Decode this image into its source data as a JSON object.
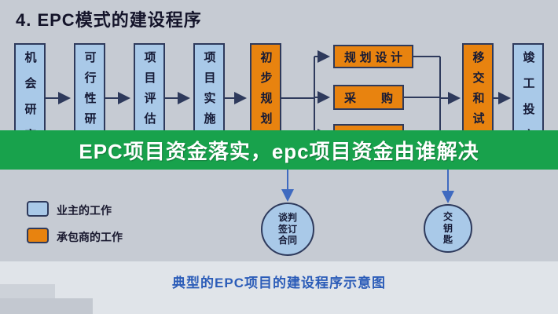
{
  "title": "4. EPC模式的建设程序",
  "banner": {
    "text": "EPC项目资金落实，epc项目资金由谁解决",
    "bg_color": "#18a24c",
    "text_color": "#ffffff"
  },
  "caption": "典型的EPC项目的建设程序示意图",
  "legend": {
    "owner": {
      "label": "业主的工作",
      "color": "#a9c9e8"
    },
    "contractor": {
      "label": "承包商的工作",
      "color": "#e8830f"
    }
  },
  "colors": {
    "background": "#c6cbd3",
    "owner_fill": "#a9c9e8",
    "contractor_fill": "#e8830f",
    "box_border": "#2e3a5c",
    "caption_text": "#2b5cb8"
  },
  "flow": {
    "boxes": [
      {
        "label": "机会研究",
        "type": "owner"
      },
      {
        "label": "可行性研究",
        "type": "owner"
      },
      {
        "label": "项目评估立",
        "type": "owner"
      },
      {
        "label": "项目实施准",
        "type": "owner"
      },
      {
        "label": "初步规划设",
        "type": "contractor"
      },
      {
        "label": "移交和试运",
        "type": "contractor"
      },
      {
        "label": "竣工投产",
        "type": "owner"
      }
    ],
    "stage_boxes": [
      {
        "label": "规划设计",
        "type": "contractor"
      },
      {
        "label": "采购",
        "type": "contractor"
      }
    ],
    "circles": [
      {
        "label": "谈判\n签订\n合同"
      },
      {
        "label": "交\n钥\n匙"
      }
    ]
  }
}
